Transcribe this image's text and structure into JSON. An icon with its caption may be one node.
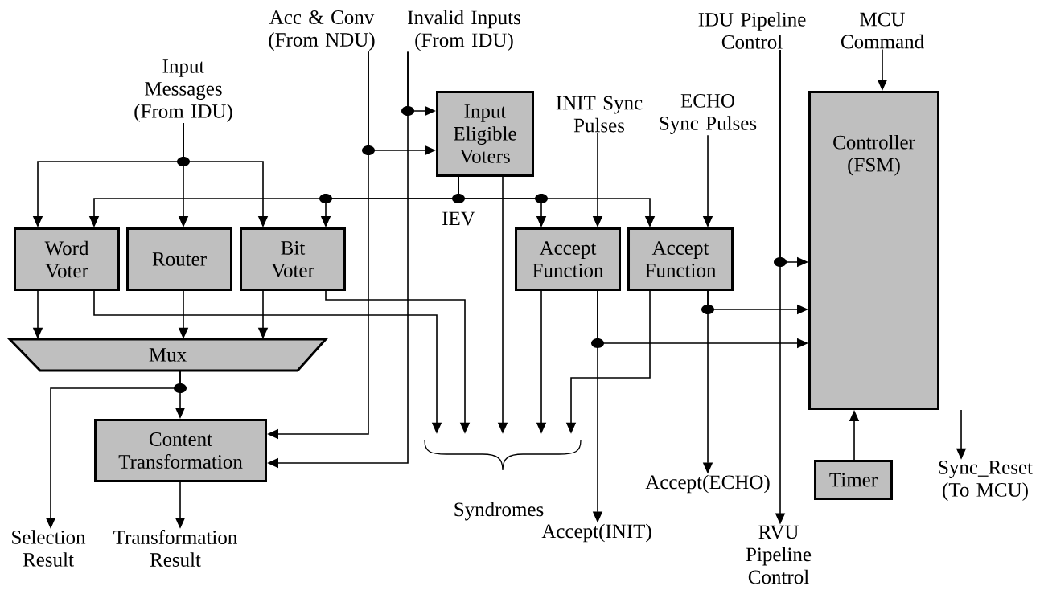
{
  "diagram": {
    "nodes": [
      {
        "text": [
          "Input Messages (From IDU)"
        ]
      },
      {
        "text": [
          "Acc & Conv (From NDU)"
        ]
      },
      {
        "text": [
          "Invalid Inputs (From IDU)"
        ]
      },
      {
        "text": [
          "IDU Pipeline Control"
        ]
      },
      {
        "text": [
          "MCU Command"
        ]
      },
      {
        "text": [
          "INIT Sync Pulses"
        ]
      },
      {
        "text": [
          "ECHO Sync Pulses"
        ]
      },
      {
        "text": [
          "Input Eligible Voters"
        ]
      },
      {
        "text": [
          "Word Voter"
        ]
      },
      {
        "text": [
          "Router"
        ]
      },
      {
        "text": [
          "Bit Voter"
        ]
      },
      {
        "text": [
          "Accept Function"
        ]
      },
      {
        "text": [
          "Accept Function"
        ]
      },
      {
        "text": [
          "Controller (FSM)"
        ]
      },
      {
        "text": [
          "Mux"
        ]
      },
      {
        "text": [
          "Content Transformation"
        ]
      },
      {
        "text": [
          "Timer"
        ]
      },
      {
        "text": [
          "Syndromes"
        ]
      },
      {
        "text": [
          "Selection Result"
        ]
      },
      {
        "text": [
          "Transformation Result"
        ]
      },
      {
        "text": [
          "Accept(INIT)"
        ]
      },
      {
        "text": [
          "Accept(ECHO)"
        ]
      },
      {
        "text": [
          "RVU Pipeline Control"
        ]
      },
      {
        "text": [
          "Sync_Reset (To MCU)"
        ]
      }
    ],
    "edges": [
      {
        "from": 0,
        "to": 8,
        "arrow": "to"
      },
      {
        "from": 0,
        "to": 9,
        "arrow": "to"
      },
      {
        "from": 0,
        "to": 10,
        "arrow": "to"
      },
      {
        "from": 1,
        "to": 7,
        "arrow": "to"
      },
      {
        "from": 1,
        "to": 15,
        "arrow": "to"
      },
      {
        "from": 2,
        "to": 7,
        "arrow": "to"
      },
      {
        "from": 2,
        "to": 15,
        "arrow": "to"
      },
      {
        "from": 7,
        "to": 8,
        "arrow": "to"
      },
      {
        "from": 7,
        "to": 10,
        "arrow": "to"
      },
      {
        "from": 7,
        "to": 11,
        "arrow": "to"
      },
      {
        "from": 7,
        "to": 12,
        "arrow": "to"
      },
      {
        "from": 5,
        "to": 11,
        "arrow": "to"
      },
      {
        "from": 6,
        "to": 12,
        "arrow": "to"
      },
      {
        "from": 3,
        "to": 13,
        "arrow": "to"
      },
      {
        "from": 3,
        "to": 22,
        "arrow": "to"
      },
      {
        "from": 4,
        "to": 13,
        "arrow": "to"
      },
      {
        "from": 8,
        "to": 14,
        "arrow": "to"
      },
      {
        "from": 8,
        "to": 17,
        "arrow": "to"
      },
      {
        "from": 9,
        "to": 14,
        "arrow": "to"
      },
      {
        "from": 10,
        "to": 14,
        "arrow": "to"
      },
      {
        "from": 10,
        "to": 17,
        "arrow": "to"
      },
      {
        "from": 7,
        "to": 17,
        "arrow": "to"
      },
      {
        "from": 11,
        "to": 17,
        "arrow": "to"
      },
      {
        "from": 11,
        "to": 13,
        "arrow": "to"
      },
      {
        "from": 11,
        "to": 20,
        "arrow": "to"
      },
      {
        "from": 12,
        "to": 17,
        "arrow": "to"
      },
      {
        "from": 12,
        "to": 13,
        "arrow": "to"
      },
      {
        "from": 12,
        "to": 21,
        "arrow": "to"
      },
      {
        "from": 13,
        "to": 23,
        "arrow": "to"
      },
      {
        "from": 16,
        "to": 13,
        "arrow": "to"
      },
      {
        "from": 14,
        "to": 15,
        "arrow": "to"
      },
      {
        "from": 14,
        "to": 18,
        "arrow": "to"
      },
      {
        "from": 15,
        "to": 19,
        "arrow": "to"
      }
    ],
    "labels": [
      "IEV"
    ]
  }
}
